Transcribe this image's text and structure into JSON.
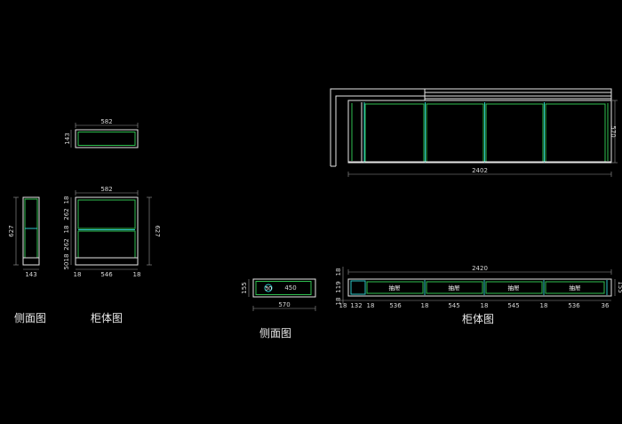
{
  "labels": {
    "side_view_left": "侧面图",
    "cabinet_body_left": "柜体图",
    "side_view_right": "侧面图",
    "cabinet_body_right": "柜体图"
  },
  "dims": {
    "top_width": "582",
    "top_depth": "143",
    "side_height": "627",
    "side_depth": "143",
    "front_width": "582",
    "front_height": "627",
    "front_left_stack": [
      "18",
      "262",
      "18",
      "262",
      "18",
      "50"
    ],
    "front_bottom": [
      "18",
      "546",
      "18"
    ],
    "elev_height": "570",
    "elev_width": "2402",
    "plan_side_height": "155",
    "plan_side_inner": "450",
    "plan_side_width": "570",
    "plan_side_circle": "30",
    "plan_front_width": "2420",
    "plan_front_height": "155",
    "plan_front_left_stack": [
      "18",
      "119",
      "18"
    ],
    "plan_front_bottom": [
      "18",
      "132",
      "18",
      "536",
      "18",
      "545",
      "18",
      "545",
      "18",
      "536",
      "36"
    ]
  },
  "drawers": [
    "抽屉",
    "抽屉",
    "抽屉",
    "抽屉"
  ]
}
